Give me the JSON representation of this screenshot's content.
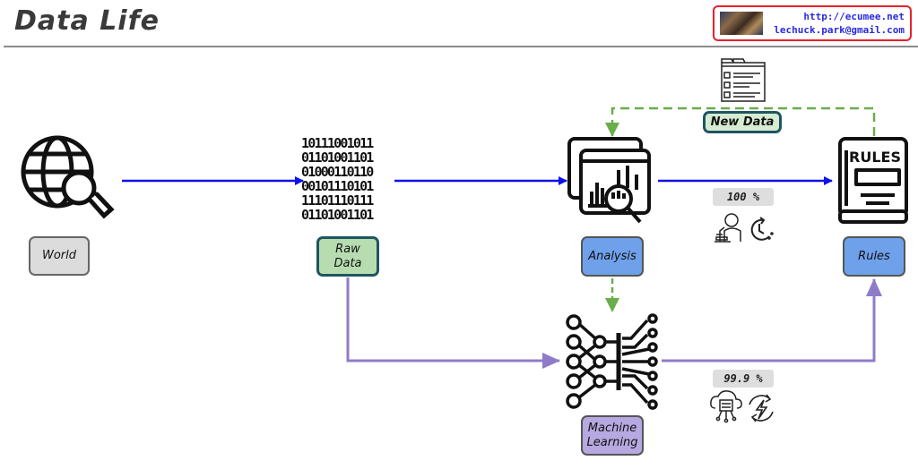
{
  "header": {
    "title": "Data Life",
    "contact": {
      "url": "http://ecumee.net",
      "email": "lechuck.park@gmail.com"
    }
  },
  "nodes": {
    "world": {
      "label": "World",
      "icon": "globe-search-icon"
    },
    "raw_data": {
      "label_line1": "Raw",
      "label_line2": "Data",
      "icon": "binary-data-icon",
      "binary_rows": [
        "10111001011",
        "01101001101",
        "01000110110",
        "00101110101",
        "11101110111",
        "01101001101"
      ]
    },
    "analysis": {
      "label": "Analysis",
      "icon": "analytics-window-icon"
    },
    "rules": {
      "label": "Rules",
      "icon": "rules-book-icon",
      "book_text": "RULES"
    },
    "machine_learning": {
      "label_line1": "Machine",
      "label_line2": "Learning",
      "icon": "neural-network-icon"
    },
    "new_data": {
      "label": "New Data",
      "icon": "checklist-document-icon"
    }
  },
  "metrics": {
    "analysis_path": {
      "value": "100 %",
      "icons": [
        "scientist-microscope-icon",
        "time-clock-icon"
      ]
    },
    "ml_path": {
      "value": "99.9 %",
      "icons": [
        "cloud-server-icon",
        "energy-refresh-icon"
      ]
    }
  },
  "colors": {
    "blue_flow": "#1010e8",
    "purple_flow": "#8f7cc8",
    "green_dashed": "#6aad4a",
    "contact_border": "#e8202a",
    "contact_text": "#2a2ae0"
  }
}
